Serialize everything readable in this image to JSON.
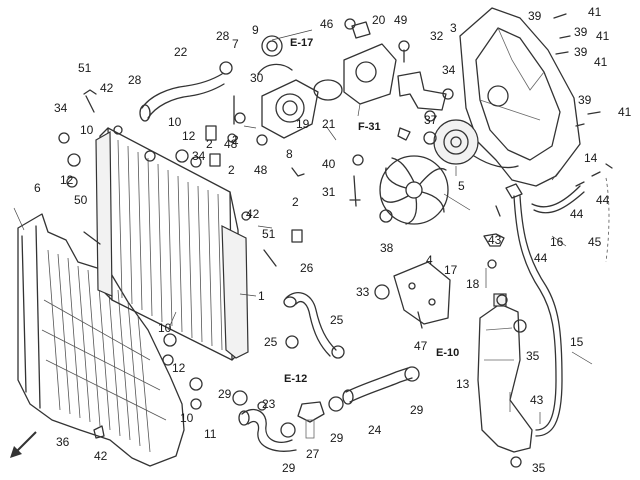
{
  "references": [
    {
      "key": "e17",
      "text": "E-17"
    },
    {
      "key": "f31",
      "text": "F-31"
    },
    {
      "key": "e12",
      "text": "E-12"
    },
    {
      "key": "e10",
      "text": "E-10"
    }
  ],
  "callouts": [
    "1",
    "2",
    "3",
    "4",
    "5",
    "6",
    "7",
    "8",
    "9",
    "10",
    "11",
    "12",
    "13",
    "14",
    "15",
    "16",
    "17",
    "18",
    "19",
    "20",
    "21",
    "22",
    "23",
    "24",
    "25",
    "26",
    "27",
    "28",
    "29",
    "30",
    "31",
    "32",
    "33",
    "34",
    "35",
    "36",
    "37",
    "38",
    "39",
    "40",
    "41",
    "42",
    "43",
    "44",
    "45",
    "46",
    "47",
    "48",
    "49",
    "50",
    "51"
  ],
  "icons": {
    "direction": "front-direction-arrow-icon"
  }
}
